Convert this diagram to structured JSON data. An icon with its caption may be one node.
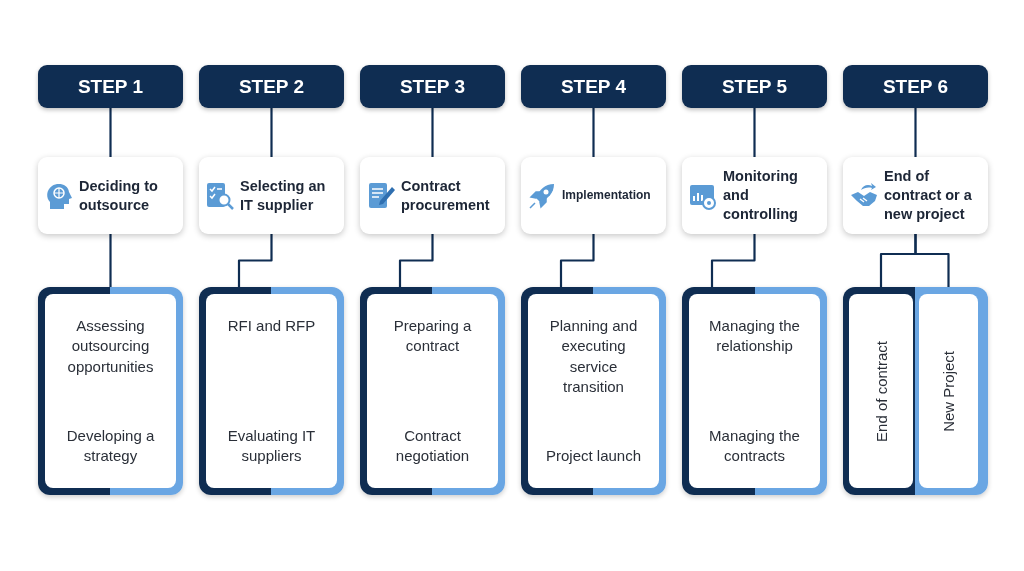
{
  "diagram": {
    "nodes": [
      {
        "text": [
          "STEP 1"
        ]
      },
      {
        "text": [
          "Deciding to outsource"
        ]
      },
      {
        "text": [
          "Assessing outsourcing opportunities",
          "Developing a strategy"
        ]
      },
      {
        "text": [
          "STEP 2"
        ]
      },
      {
        "text": [
          "Selecting an IT supplier"
        ]
      },
      {
        "text": [
          "RFI and RFP",
          "Evaluating IT suppliers"
        ]
      },
      {
        "text": [
          "STEP 3"
        ]
      },
      {
        "text": [
          "Contract procurement"
        ]
      },
      {
        "text": [
          "Preparing a contract",
          "Contract negotiation"
        ]
      },
      {
        "text": [
          "STEP 4"
        ]
      },
      {
        "text": [
          "Implementation"
        ]
      },
      {
        "text": [
          "Planning and executing service transition",
          "Project launch"
        ]
      },
      {
        "text": [
          "STEP 5"
        ]
      },
      {
        "text": [
          "Monitoring and controlling"
        ]
      },
      {
        "text": [
          "Managing the relationship",
          "Managing the contracts"
        ]
      },
      {
        "text": [
          "STEP 6"
        ]
      },
      {
        "text": [
          "End of contract or a new project"
        ]
      },
      {
        "text": [],
        "shape": "box"
      },
      {
        "text": [
          "End of contract"
        ],
        "in": 17
      },
      {
        "text": [
          "New Project"
        ],
        "in": 17
      }
    ],
    "edges": [
      {
        "from": 0,
        "to": 1,
        "arrow": "none"
      },
      {
        "from": 1,
        "to": 2,
        "arrow": "none"
      },
      {
        "from": 3,
        "to": 4,
        "arrow": "none"
      },
      {
        "from": 4,
        "to": 5,
        "arrow": "none"
      },
      {
        "from": 6,
        "to": 7,
        "arrow": "none"
      },
      {
        "from": 7,
        "to": 8,
        "arrow": "none"
      },
      {
        "from": 9,
        "to": 10,
        "arrow": "none"
      },
      {
        "from": 10,
        "to": 11,
        "arrow": "none"
      },
      {
        "from": 12,
        "to": 13,
        "arrow": "none"
      },
      {
        "from": 13,
        "to": 14,
        "arrow": "none"
      },
      {
        "from": 15,
        "to": 16,
        "arrow": "none"
      },
      {
        "from": 16,
        "to": 18,
        "arrow": "none"
      },
      {
        "from": 16,
        "to": 19,
        "arrow": "none"
      }
    ]
  }
}
